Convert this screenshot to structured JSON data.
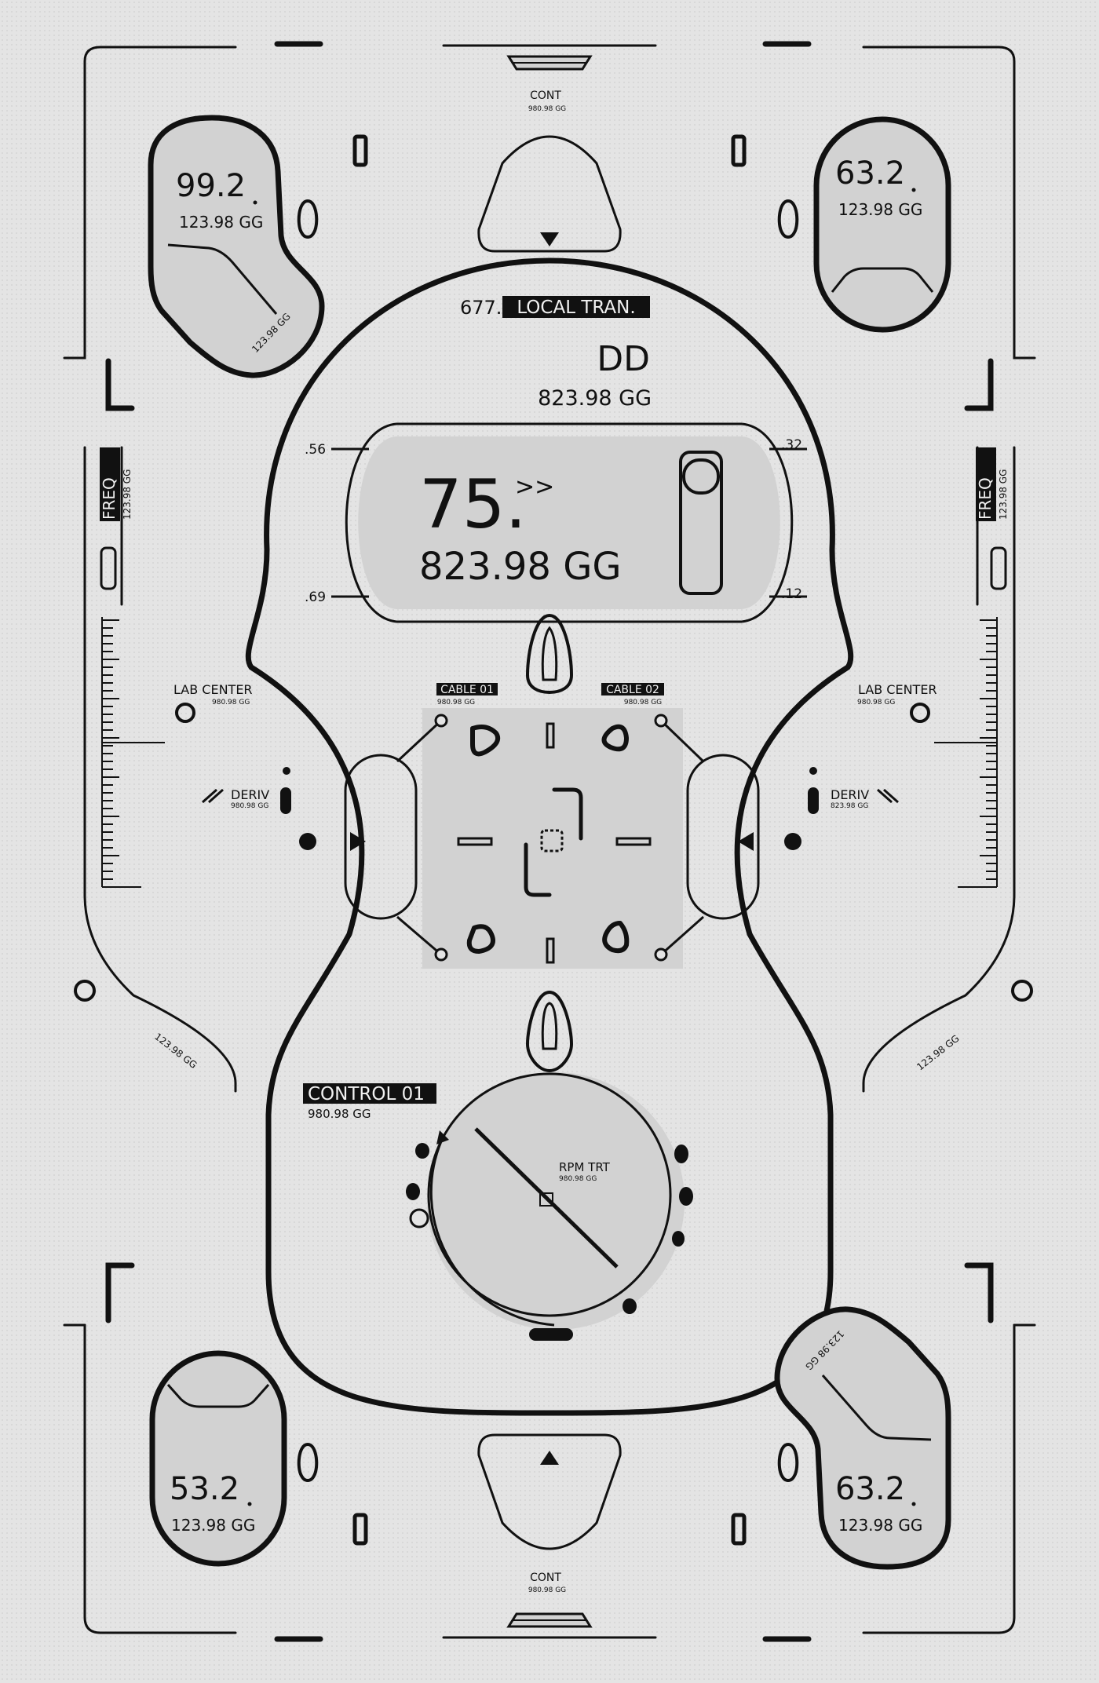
{
  "header": {
    "cont_label": "CONT",
    "cont_value": "980.98 GG",
    "tag_number": "677.",
    "tag_label": "LOCAL TRAN."
  },
  "footer": {
    "cont_label": "CONT",
    "cont_value": "980.98 GG"
  },
  "corners": {
    "top_left": {
      "value": "99.2",
      "unit": "123.98 GG",
      "curve_label": "123.98 GG"
    },
    "top_right": {
      "value": "63.2",
      "unit": "123.98 GG"
    },
    "bottom_left": {
      "value": "53.2",
      "unit": "123.98 GG"
    },
    "bottom_right": {
      "value": "63.2",
      "unit": "123.98 GG",
      "curve_label": "123.98 GG"
    }
  },
  "main": {
    "dd_title": "DD",
    "dd_value": "823.98 GG",
    "readout_value": "75.",
    "readout_chevron": ">>",
    "readout_unit": "823.98 GG",
    "tick_top_left": ".56",
    "tick_bottom_left": ".69",
    "tick_top_right": ".32",
    "tick_bottom_right": ".12"
  },
  "left_panel": {
    "freq_label": "FREQ",
    "freq_value": "123.98 GG",
    "lab_label": "LAB CENTER",
    "lab_value": "980.98 GG",
    "deriv_label": "DERIV",
    "deriv_value": "980.98 GG",
    "curve_label": "123.98 GG"
  },
  "right_panel": {
    "freq_label": "FREQ",
    "freq_value": "123.98 GG",
    "lab_label": "LAB CENTER",
    "lab_value": "980.98 GG",
    "deriv_label": "DERIV",
    "deriv_value": "823.98 GG",
    "curve_label": "123.98 GG"
  },
  "cables": {
    "cable1_label": "CABLE 01",
    "cable1_value": "980.98 GG",
    "cable2_label": "CABLE 02",
    "cable2_value": "980.98 GG"
  },
  "control": {
    "label": "CONTROL 01",
    "value": "980.98 GG",
    "dial_label": "RPM TRT",
    "dial_value": "980.98 GG"
  },
  "colors": {
    "background": "#e4e4e4",
    "ink": "#111111",
    "panel_fill": "#d2d2d2"
  }
}
